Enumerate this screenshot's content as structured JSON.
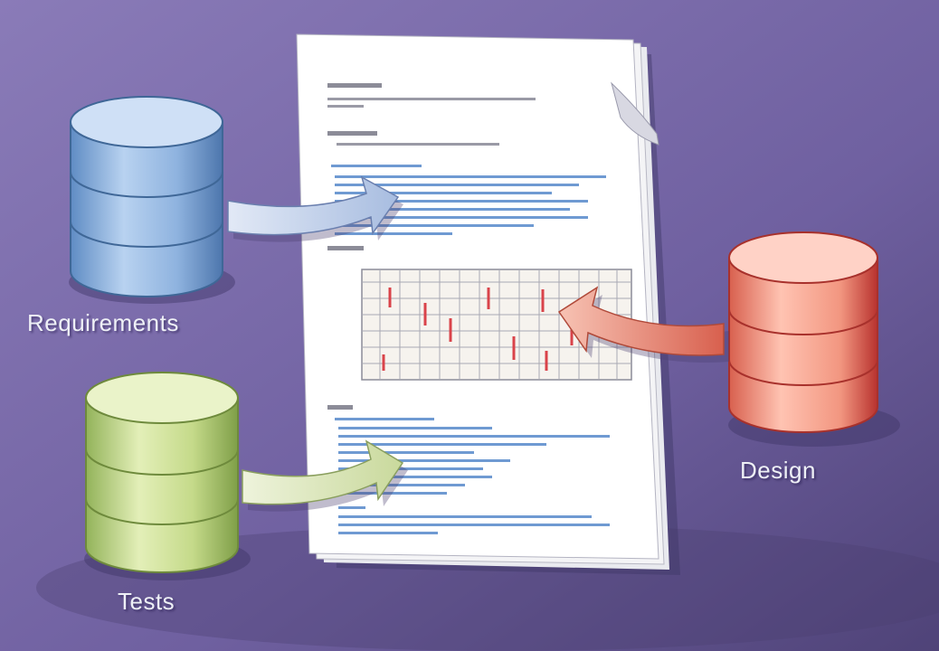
{
  "labels": {
    "requirements": "Requirements",
    "tests": "Tests",
    "design": "Design"
  },
  "colors": {
    "background": "#7a6aa8",
    "background_dark": "#55487f",
    "requirements_db": "#8db4e0",
    "tests_db": "#c9dd8f",
    "design_db": "#f29a86",
    "arrow_blue": "#c7d3ea",
    "arrow_green": "#dfe8c0",
    "arrow_red": "#f0a894",
    "page": "#ffffff",
    "text_lines": "#6f9ad2",
    "table_marks": "#d9434a"
  },
  "icons": [
    "database-icon",
    "arrow-icon",
    "document-icon",
    "table-icon"
  ]
}
